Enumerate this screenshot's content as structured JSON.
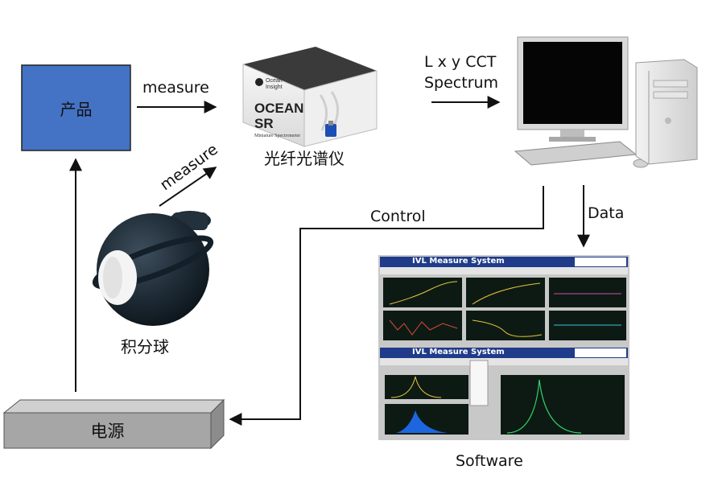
{
  "nodes": {
    "product": "产品",
    "spectrometer": "光纤光谱仪",
    "sphere": "积分球",
    "power": "电源",
    "software": "Software"
  },
  "spectrometer_device": {
    "brand_line1": "Ocean",
    "brand_line2": "Insight",
    "model_line1": "OCEAN",
    "model_line2": "SR",
    "subtitle": "Miniature Spectrometer"
  },
  "edges": {
    "measure_top": "measure",
    "measure_diag": "measure",
    "pc_output_line1": "L x y CCT",
    "pc_output_line2": "Spectrum",
    "data": "Data",
    "control": "Control"
  },
  "software_windows": {
    "top_title": "IVL Measure System",
    "bottom_title": "IVL Measure System"
  },
  "colors": {
    "product_fill": "#4472c4",
    "power_fill": "#a6a6a6",
    "line": "#111111",
    "window_bar": "#1f3b8a",
    "plot_bg": "#0d1a14"
  }
}
